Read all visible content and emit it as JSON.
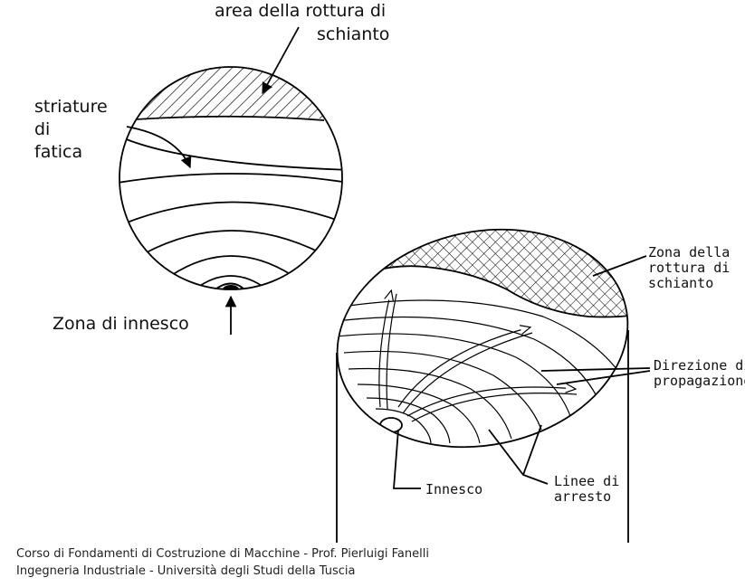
{
  "figure_top": {
    "label_crash_area": [
      "area della rottura di",
      "schianto"
    ],
    "label_striations": [
      "striature",
      "di",
      "fatica"
    ],
    "label_initiation": "Zona di innesco"
  },
  "figure_cylinder": {
    "label_crash_zone": [
      "Zona della",
      "rottura di",
      "schianto"
    ],
    "label_direction": [
      "Direzione di",
      "propagazione"
    ],
    "label_initiation": "Innesco",
    "label_arrest_lines": [
      "Linee di",
      "arresto"
    ]
  },
  "footer": {
    "line1": "Corso di Fondamenti di Costruzione di Macchine - Prof. Pierluigi Fanelli",
    "line2": "Ingegneria Industriale  - Università degli Studi della Tuscia"
  },
  "colors": {
    "ink": "#000000",
    "background": "#ffffff"
  }
}
